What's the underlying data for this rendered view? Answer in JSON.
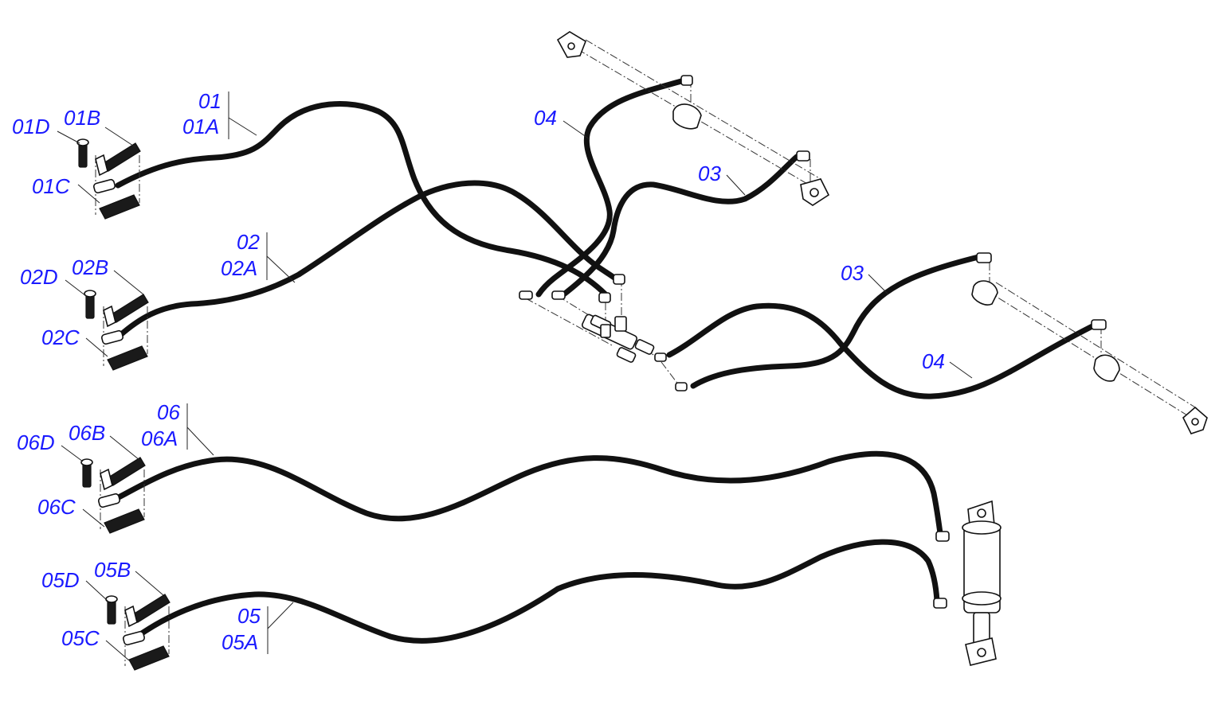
{
  "colors": {
    "label": "#1a1aff",
    "hose": "#111111",
    "line": "#222222"
  },
  "labels": {
    "h01": "01",
    "h01a": "01A",
    "h01b": "01B",
    "h01c": "01C",
    "h01d": "01D",
    "h02": "02",
    "h02a": "02A",
    "h02b": "02B",
    "h02c": "02C",
    "h02d": "02D",
    "h03_upper": "03",
    "h03_lower": "03",
    "h04_upper": "04",
    "h04_lower": "04",
    "h05": "05",
    "h05a": "05A",
    "h05b": "05B",
    "h05c": "05C",
    "h05d": "05D",
    "h06": "06",
    "h06a": "06A",
    "h06b": "06B",
    "h06c": "06C",
    "h06d": "06D"
  }
}
